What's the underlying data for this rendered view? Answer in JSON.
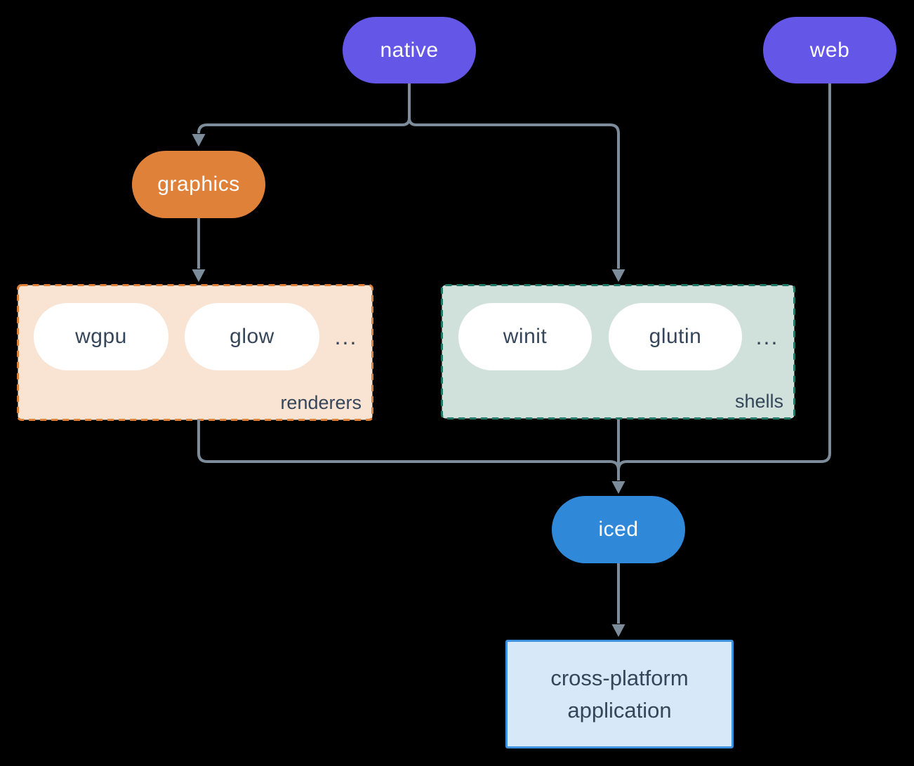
{
  "colors": {
    "canvas-bg": "#000000",
    "connector": "#7d8c9b",
    "pill-purple": "#6457e8",
    "pill-orange": "#e0813a",
    "pill-blue": "#2f89d8",
    "pill-white": "#ffffff",
    "text-light": "#ffffff",
    "text-dark": "#36465a",
    "renderers-bg": "#f9e3d3",
    "renderers-border": "#e0813a",
    "shells-bg": "#d0e0da",
    "shells-border": "#217a68",
    "app-bg": "#d7e8f8",
    "app-border": "#3d91dd"
  },
  "nodes": {
    "native": {
      "label": "native"
    },
    "web": {
      "label": "web"
    },
    "graphics": {
      "label": "graphics"
    },
    "wgpu": {
      "label": "wgpu"
    },
    "glow": {
      "label": "glow"
    },
    "winit": {
      "label": "winit"
    },
    "glutin": {
      "label": "glutin"
    },
    "iced": {
      "label": "iced"
    },
    "app": {
      "label_line1": "cross-platform",
      "label_line2": "application"
    }
  },
  "groups": {
    "renderers": {
      "label": "renderers",
      "ellipsis": "..."
    },
    "shells": {
      "label": "shells",
      "ellipsis": "..."
    }
  }
}
